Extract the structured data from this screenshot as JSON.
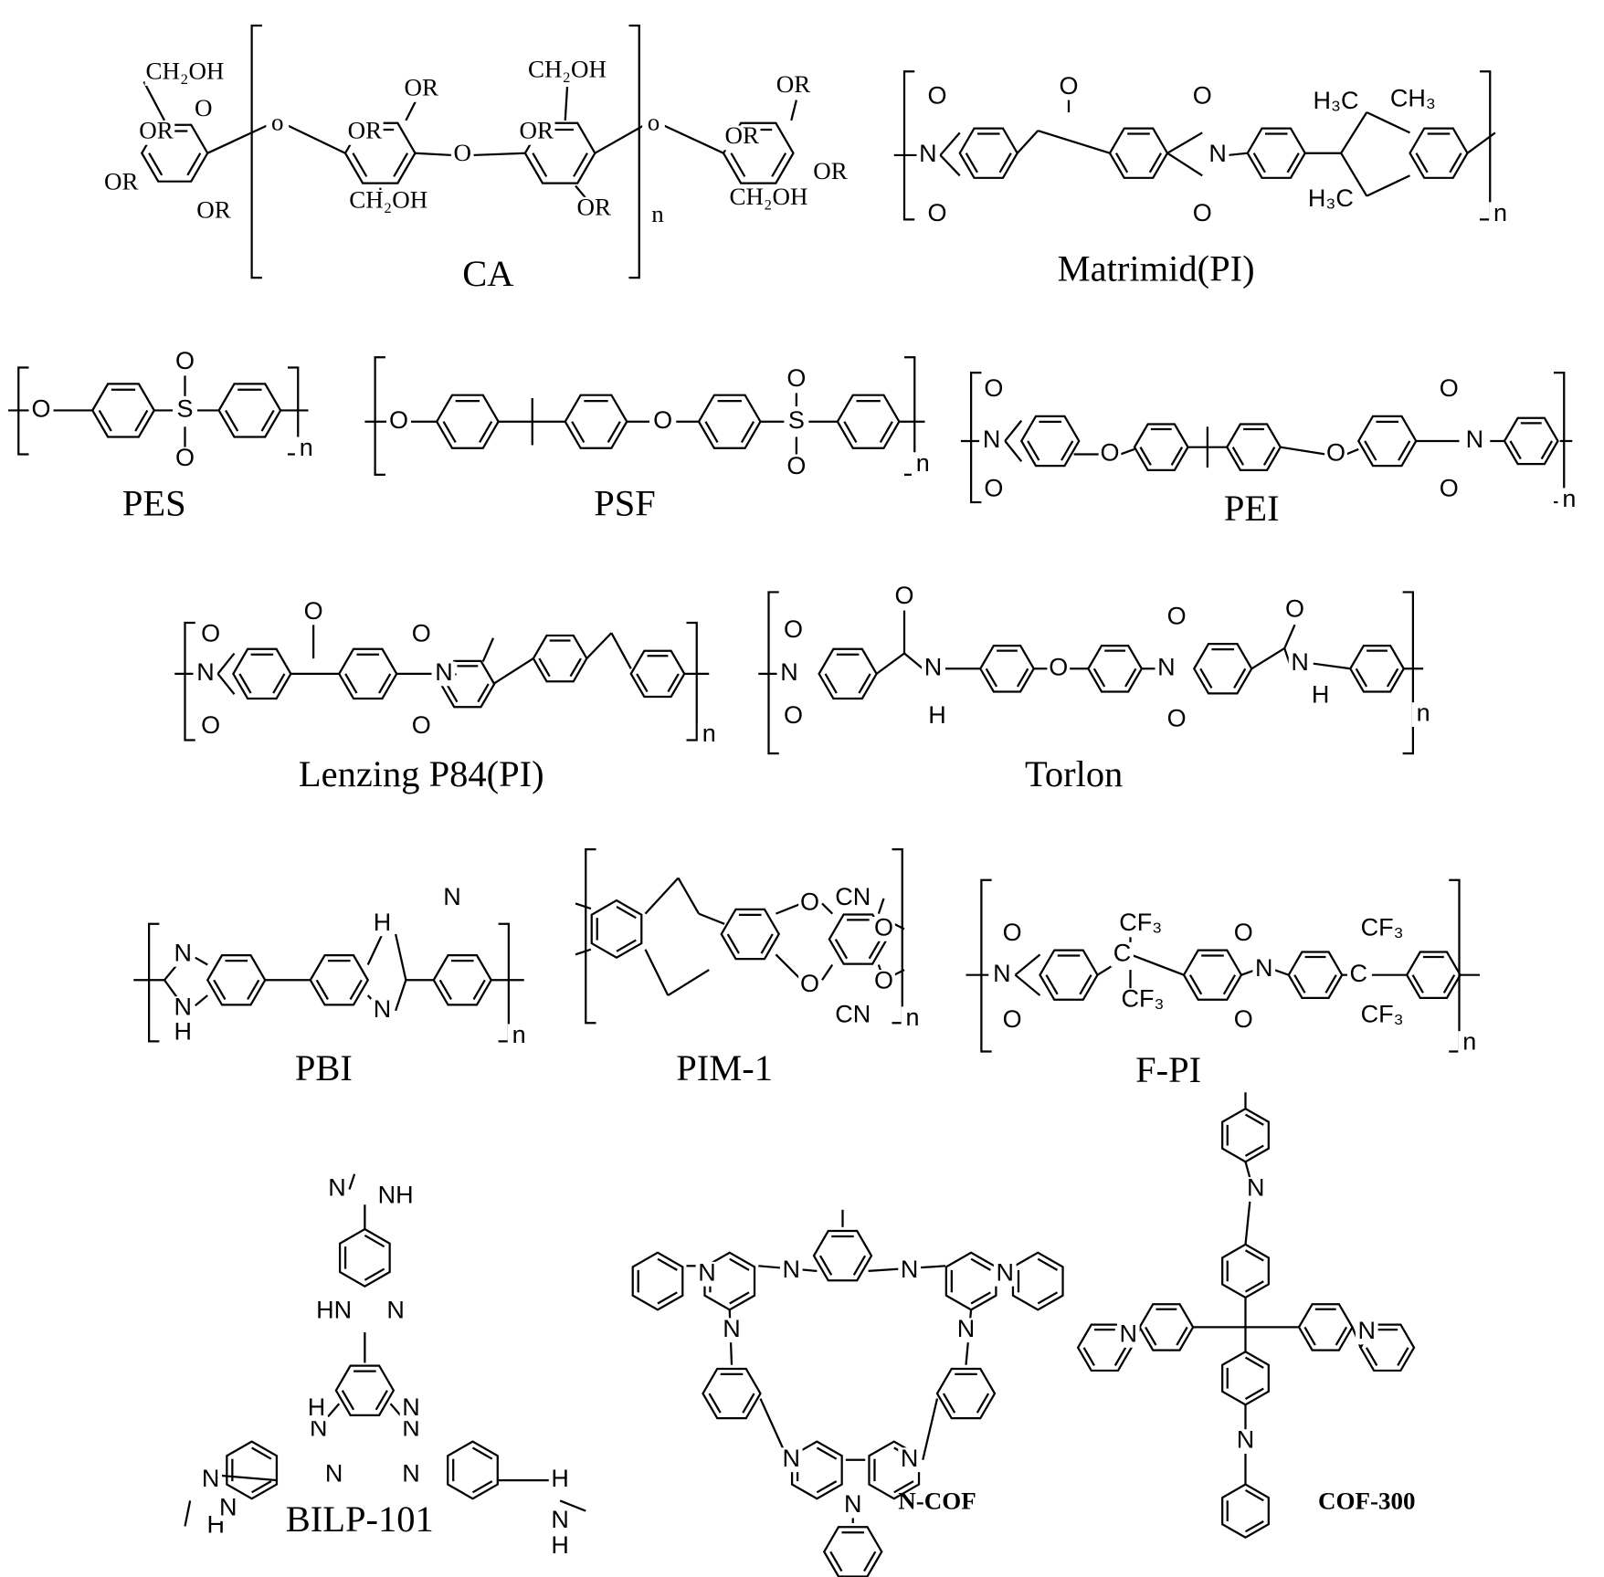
{
  "figure": "polymer-structures",
  "compounds": [
    {
      "id": "ca",
      "label": "CA",
      "atoms": [
        "CH₂OH",
        "O",
        "OR",
        "OR",
        "OR",
        "o",
        "OR",
        "OR",
        "CH₂OH",
        "O",
        "CH₂OH",
        "OR",
        "OR",
        "n",
        "o",
        "OR",
        "OR",
        "OR",
        "CH₂OH"
      ]
    },
    {
      "id": "matrimid",
      "label": "Matrimid(PI)",
      "atoms": [
        "O",
        "N",
        "O",
        "O",
        "O",
        "N",
        "O",
        "H₃C",
        "CH₃",
        "H₃C",
        "n"
      ]
    },
    {
      "id": "pes",
      "label": "PES",
      "atoms": [
        "O",
        "S",
        "O",
        "O",
        "n"
      ]
    },
    {
      "id": "psf",
      "label": "PSF",
      "atoms": [
        "O",
        "O",
        "S",
        "O",
        "O",
        "n"
      ]
    },
    {
      "id": "pei",
      "label": "PEI",
      "atoms": [
        "N",
        "O",
        "O",
        "O",
        "O",
        "N",
        "O",
        "O",
        "n"
      ]
    },
    {
      "id": "p84",
      "label": "Lenzing P84(PI)",
      "atoms": [
        "N",
        "O",
        "O",
        "O",
        "O",
        "N",
        "O",
        "n"
      ]
    },
    {
      "id": "torlon",
      "label": "Torlon",
      "atoms": [
        "N",
        "O",
        "O",
        "O",
        "N",
        "H",
        "O",
        "N",
        "O",
        "O",
        "O",
        "N",
        "H",
        "n"
      ]
    },
    {
      "id": "pbi",
      "label": "PBI",
      "atoms": [
        "N",
        "N",
        "H",
        "H",
        "N",
        "N",
        "n"
      ]
    },
    {
      "id": "pim1",
      "label": "PIM-1",
      "atoms": [
        "O",
        "O",
        "CN",
        "CN",
        "O",
        "O",
        "n"
      ]
    },
    {
      "id": "fpi",
      "label": "F-PI",
      "atoms": [
        "N",
        "O",
        "O",
        "CF₃",
        "C",
        "CF₃",
        "N",
        "O",
        "O",
        "CF₃",
        "C",
        "CF₃",
        "n"
      ]
    },
    {
      "id": "bilp101",
      "label": "BILP-101",
      "atoms": [
        "N",
        "NH",
        "HN",
        "N",
        "N",
        "H",
        "N",
        "N",
        "H",
        "N",
        "N",
        "N",
        "H",
        "N",
        "N",
        "H"
      ]
    },
    {
      "id": "ncof",
      "label": "N-COF",
      "atoms": [
        "N",
        "N",
        "N",
        "N",
        "N",
        "N",
        "N",
        "N",
        "N"
      ]
    },
    {
      "id": "cof300",
      "label": "COF-300",
      "atoms": [
        "N",
        "N",
        "N",
        "N"
      ]
    }
  ]
}
